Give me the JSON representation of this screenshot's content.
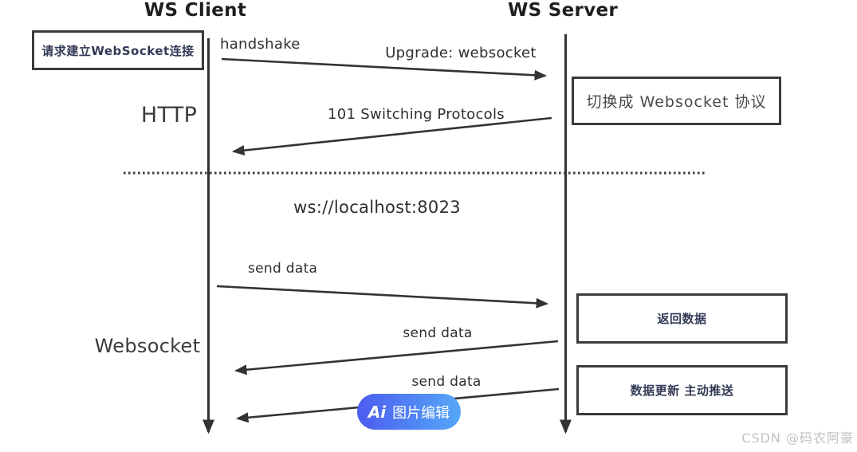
{
  "diagram": {
    "client": {
      "title": "WS Client",
      "request_box": "请求建立WebSocket连接"
    },
    "server": {
      "title": "WS Server",
      "switch_box": "切换成 Websocket 协议",
      "return_box": "返回数据",
      "push_box": "数据更新 主动推送"
    },
    "phase_labels": {
      "http": "HTTP",
      "websocket": "Websocket"
    },
    "messages": {
      "handshake": "handshake",
      "upgrade": "Upgrade: websocket",
      "protocols_101": "101 Switching Protocols",
      "ws_url": "ws://localhost:8023",
      "send_data_1": "send data",
      "send_data_2": "send data",
      "send_data_3": "send data"
    }
  },
  "ai_button": {
    "icon": "Ai",
    "label": "图片编辑"
  },
  "watermark": "CSDN @码农阿豪",
  "colors": {
    "line": "#333333",
    "box_border": "#3b3b3b",
    "navy_text": "#333a56",
    "button_gradient_start": "#4c5cef",
    "button_gradient_end": "#55a7f8",
    "watermark": "#bfc3c6"
  }
}
